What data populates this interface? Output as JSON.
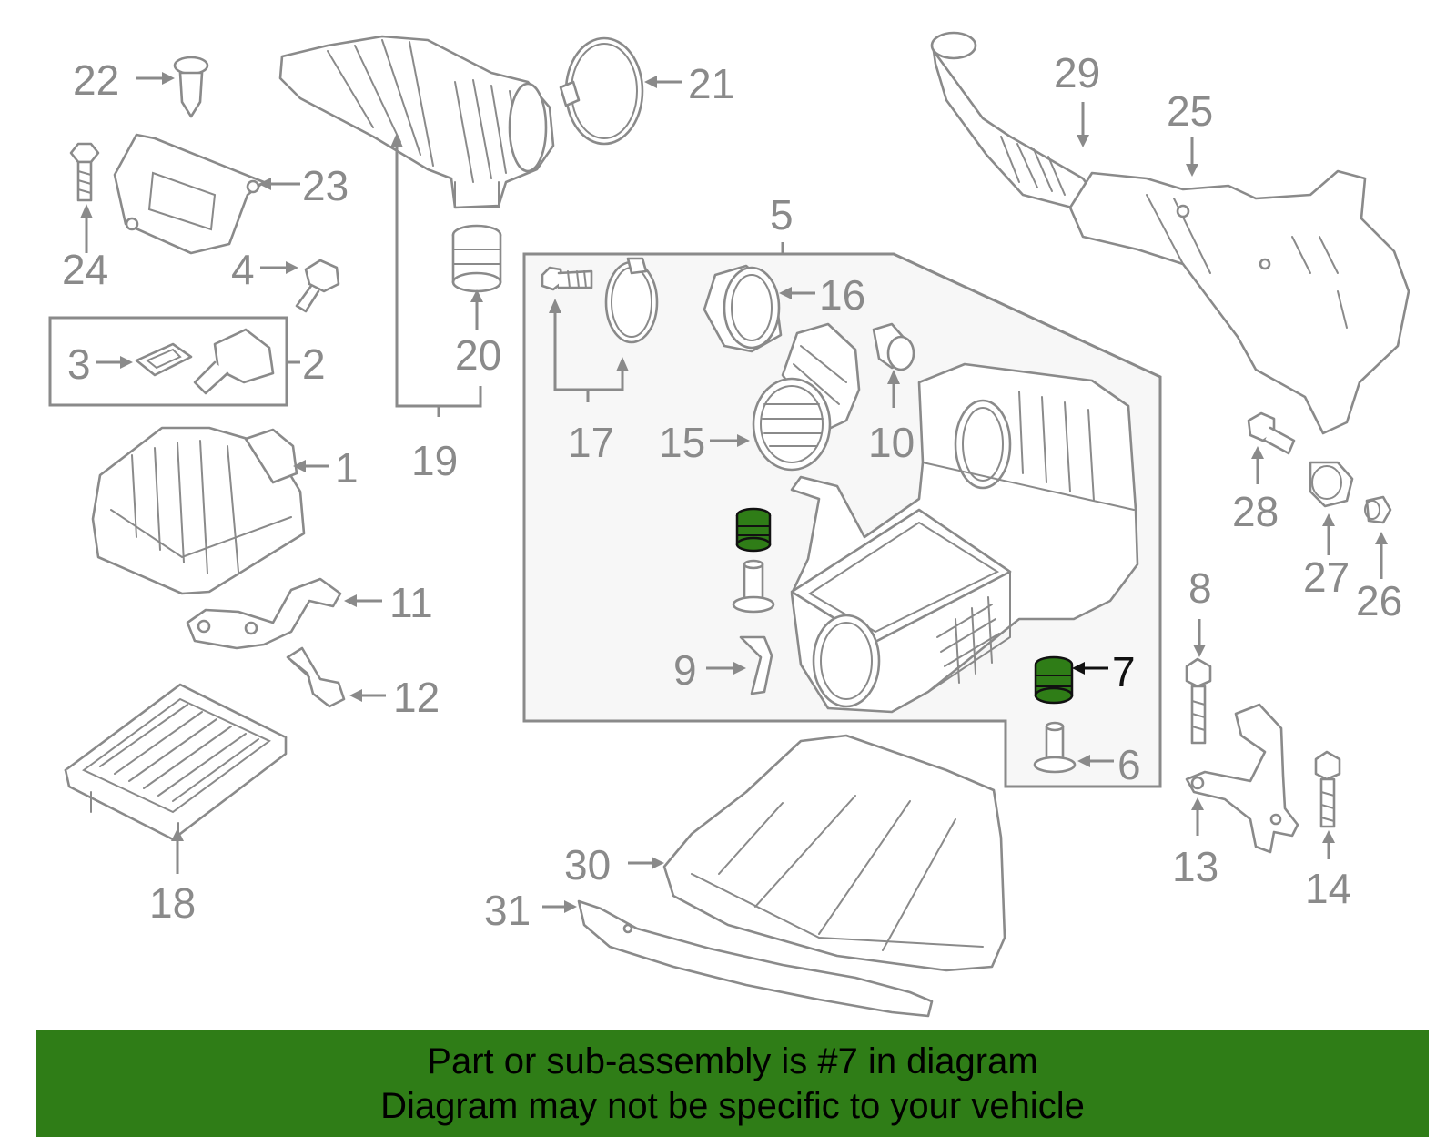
{
  "diagram": {
    "highlight_part": "7",
    "highlight_color": "#2f7d17",
    "line_color": "#8a8a8a",
    "callouts": [
      {
        "id": "1",
        "label": "1"
      },
      {
        "id": "2",
        "label": "2"
      },
      {
        "id": "3",
        "label": "3"
      },
      {
        "id": "4",
        "label": "4"
      },
      {
        "id": "5",
        "label": "5"
      },
      {
        "id": "6",
        "label": "6"
      },
      {
        "id": "7",
        "label": "7"
      },
      {
        "id": "8",
        "label": "8"
      },
      {
        "id": "9",
        "label": "9"
      },
      {
        "id": "10",
        "label": "10"
      },
      {
        "id": "11",
        "label": "11"
      },
      {
        "id": "12",
        "label": "12"
      },
      {
        "id": "13",
        "label": "13"
      },
      {
        "id": "14",
        "label": "14"
      },
      {
        "id": "15",
        "label": "15"
      },
      {
        "id": "16",
        "label": "16"
      },
      {
        "id": "17",
        "label": "17"
      },
      {
        "id": "18",
        "label": "18"
      },
      {
        "id": "19",
        "label": "19"
      },
      {
        "id": "20",
        "label": "20"
      },
      {
        "id": "21",
        "label": "21"
      },
      {
        "id": "22",
        "label": "22"
      },
      {
        "id": "23",
        "label": "23"
      },
      {
        "id": "24",
        "label": "24"
      },
      {
        "id": "25",
        "label": "25"
      },
      {
        "id": "26",
        "label": "26"
      },
      {
        "id": "27",
        "label": "27"
      },
      {
        "id": "28",
        "label": "28"
      },
      {
        "id": "29",
        "label": "29"
      },
      {
        "id": "30",
        "label": "30"
      },
      {
        "id": "31",
        "label": "31"
      }
    ]
  },
  "banner": {
    "background": "#2f7d17",
    "line1": "Part or sub-assembly is #7 in diagram",
    "line2": "Diagram may not be specific to your vehicle"
  }
}
